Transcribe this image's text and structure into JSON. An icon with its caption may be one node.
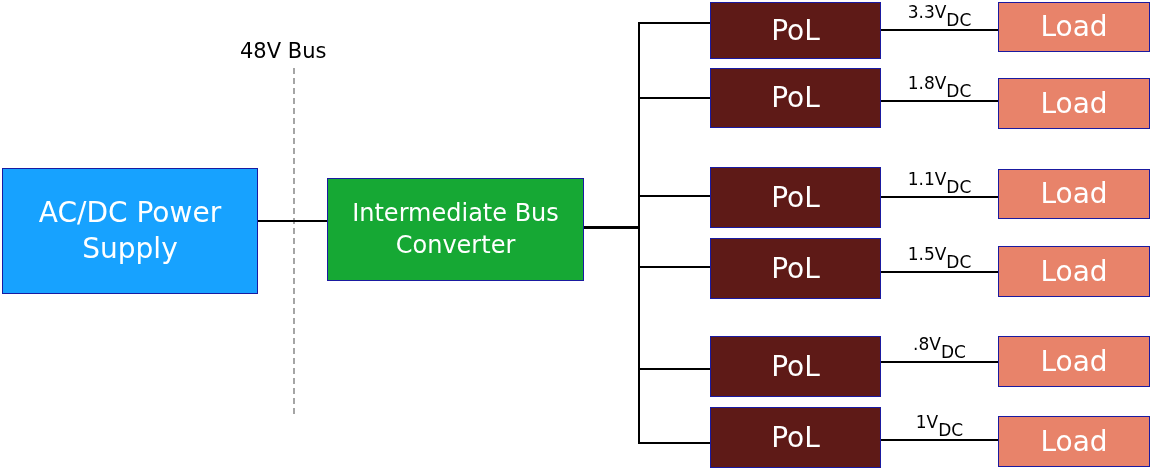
{
  "diagram": {
    "nodes": [
      {
        "text": [
          "AC/DC Power Supply"
        ]
      },
      {
        "text": [
          "Intermediate Bus Converter"
        ]
      },
      {
        "text": [
          "PoL"
        ]
      },
      {
        "text": [
          "PoL"
        ]
      },
      {
        "text": [
          "PoL"
        ]
      },
      {
        "text": [
          "PoL"
        ]
      },
      {
        "text": [
          "PoL"
        ]
      },
      {
        "text": [
          "PoL"
        ]
      },
      {
        "text": [
          "Load"
        ]
      },
      {
        "text": [
          "Load"
        ]
      },
      {
        "text": [
          "Load"
        ]
      },
      {
        "text": [
          "Load"
        ]
      },
      {
        "text": [
          "Load"
        ]
      },
      {
        "text": [
          "Load"
        ]
      }
    ],
    "edges": [
      {
        "from": 0,
        "to": 1,
        "arrow": "none"
      },
      {
        "from": 1,
        "to": 2,
        "arrow": "none"
      },
      {
        "from": 1,
        "to": 3,
        "arrow": "none"
      },
      {
        "from": 1,
        "to": 4,
        "arrow": "none"
      },
      {
        "from": 1,
        "to": 5,
        "arrow": "none"
      },
      {
        "from": 1,
        "to": 6,
        "arrow": "none"
      },
      {
        "from": 1,
        "to": 7,
        "arrow": "none"
      },
      {
        "from": 2,
        "to": 8,
        "arrow": "none",
        "label": "3.3V$_{DC}$"
      },
      {
        "from": 3,
        "to": 9,
        "arrow": "none",
        "label": "1.8V$_{DC}$"
      },
      {
        "from": 4,
        "to": 10,
        "arrow": "none",
        "label": "1.1V$_{DC}$"
      },
      {
        "from": 5,
        "to": 11,
        "arrow": "none",
        "label": "1.5V$_{DC}$"
      },
      {
        "from": 6,
        "to": 12,
        "arrow": "none",
        "label": ".8V$_{DC}$"
      },
      {
        "from": 7,
        "to": 13,
        "arrow": "none",
        "label": "1V$_{DC}$"
      }
    ],
    "labels": [
      "48V Bus"
    ]
  }
}
